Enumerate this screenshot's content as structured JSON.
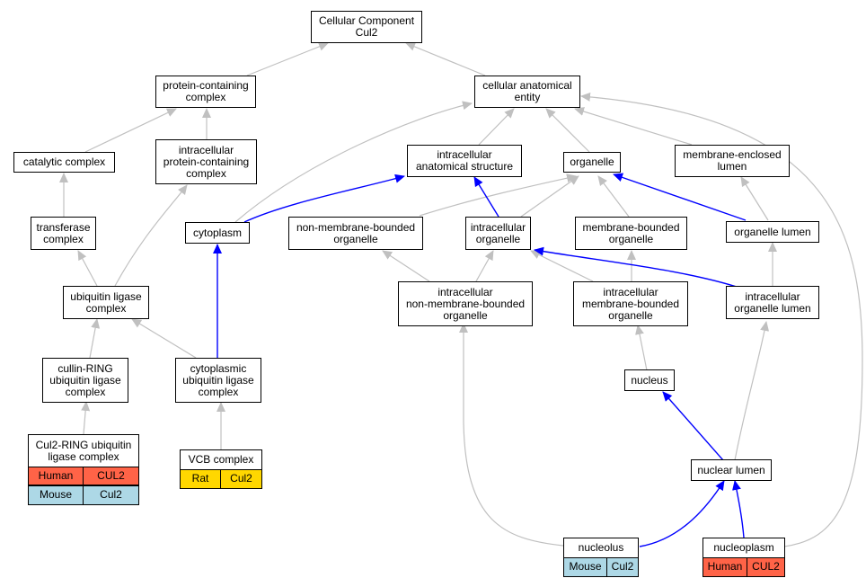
{
  "nodes": {
    "cellular_component": "Cellular Component\nCul2",
    "protein_containing_complex": "protein-containing\ncomplex",
    "cellular_anatomical_entity": "cellular anatomical\nentity",
    "catalytic_complex": "catalytic complex",
    "intracellular_protein_containing_complex": "intracellular\nprotein-containing\ncomplex",
    "intracellular_anatomical_structure": "intracellular\nanatomical structure",
    "organelle": "organelle",
    "membrane_enclosed_lumen": "membrane-enclosed\nlumen",
    "transferase_complex": "transferase\ncomplex",
    "cytoplasm": "cytoplasm",
    "non_membrane_bounded_organelle": "non-membrane-bounded\norganelle",
    "intracellular_organelle": "intracellular\norganelle",
    "membrane_bounded_organelle": "membrane-bounded\norganelle",
    "organelle_lumen": "organelle lumen",
    "ubiquitin_ligase_complex": "ubiquitin ligase\ncomplex",
    "intracellular_non_membrane_bounded_organelle": "intracellular\nnon-membrane-bounded\norganelle",
    "intracellular_membrane_bounded_organelle": "intracellular\nmembrane-bounded\norganelle",
    "intracellular_organelle_lumen": "intracellular\norganelle lumen",
    "cullin_ring_ubiquitin_ligase_complex": "cullin-RING\nubiquitin ligase\ncomplex",
    "cytoplasmic_ubiquitin_ligase_complex": "cytoplasmic\nubiquitin ligase\ncomplex",
    "nucleus": "nucleus",
    "nuclear_lumen": "nuclear lumen",
    "cul2_ring_ubiquitin_ligase_complex": "Cul2-RING ubiquitin\nligase complex",
    "vcb_complex": "VCB complex",
    "nucleolus": "nucleolus",
    "nucleoplasm": "nucleoplasm"
  },
  "annotations": {
    "cul2_ring_human": {
      "species": "Human",
      "gene": "CUL2"
    },
    "cul2_ring_mouse": {
      "species": "Mouse",
      "gene": "Cul2"
    },
    "vcb_rat": {
      "species": "Rat",
      "gene": "Cul2"
    },
    "nucleolus_mouse": {
      "species": "Mouse",
      "gene": "Cul2"
    },
    "nucleoplasm_human": {
      "species": "Human",
      "gene": "CUL2"
    }
  },
  "colors": {
    "human": "#ff6347",
    "mouse": "#add8e6",
    "rat": "#ffd700",
    "highlight_edge": "#0000ff",
    "normal_edge": "#c0c0c0"
  }
}
